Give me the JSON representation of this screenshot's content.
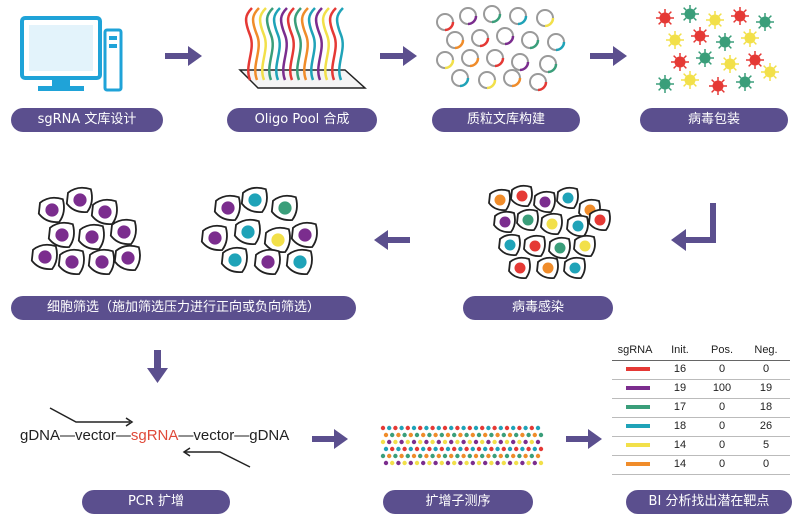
{
  "steps": {
    "s1": "sgRNA 文库设计",
    "s2": "Oligo Pool 合成",
    "s3": "质粒文库构建",
    "s4": "病毒包装",
    "s5": "细胞筛选（施加筛选压力进行正向或负向筛选）",
    "s6": "病毒感染",
    "s7": "PCR 扩增",
    "s8": "扩增子测序",
    "s9": "BI 分析找出潜在靶点"
  },
  "sequence": {
    "p1": "gDNA",
    "p2": "vector",
    "p3": "sgRNA",
    "p4": "vector",
    "p5": "gDNA"
  },
  "table": {
    "headers": [
      "sgRNA",
      "Init.",
      "Pos.",
      "Neg."
    ],
    "rows": [
      {
        "color": "#e53935",
        "init": "16",
        "pos": "0",
        "neg": "0"
      },
      {
        "color": "#7b2d8e",
        "init": "19",
        "pos": "100",
        "neg": "19"
      },
      {
        "color": "#3a9e7a",
        "init": "17",
        "pos": "0",
        "neg": "18"
      },
      {
        "color": "#1fa3b8",
        "init": "18",
        "pos": "0",
        "neg": "26"
      },
      {
        "color": "#f2e04a",
        "init": "14",
        "pos": "0",
        "neg": "5"
      },
      {
        "color": "#f08c2a",
        "init": "14",
        "pos": "0",
        "neg": "0"
      }
    ]
  },
  "colors": {
    "pill": "#5b4f8e",
    "arrow": "#5b4f8e",
    "red": "#e53935",
    "purple": "#7b2d8e",
    "green": "#3a9e7a",
    "teal": "#1fa3b8",
    "yellow": "#f2e04a",
    "orange": "#f08c2a",
    "monitor": "#1fa3d8"
  }
}
